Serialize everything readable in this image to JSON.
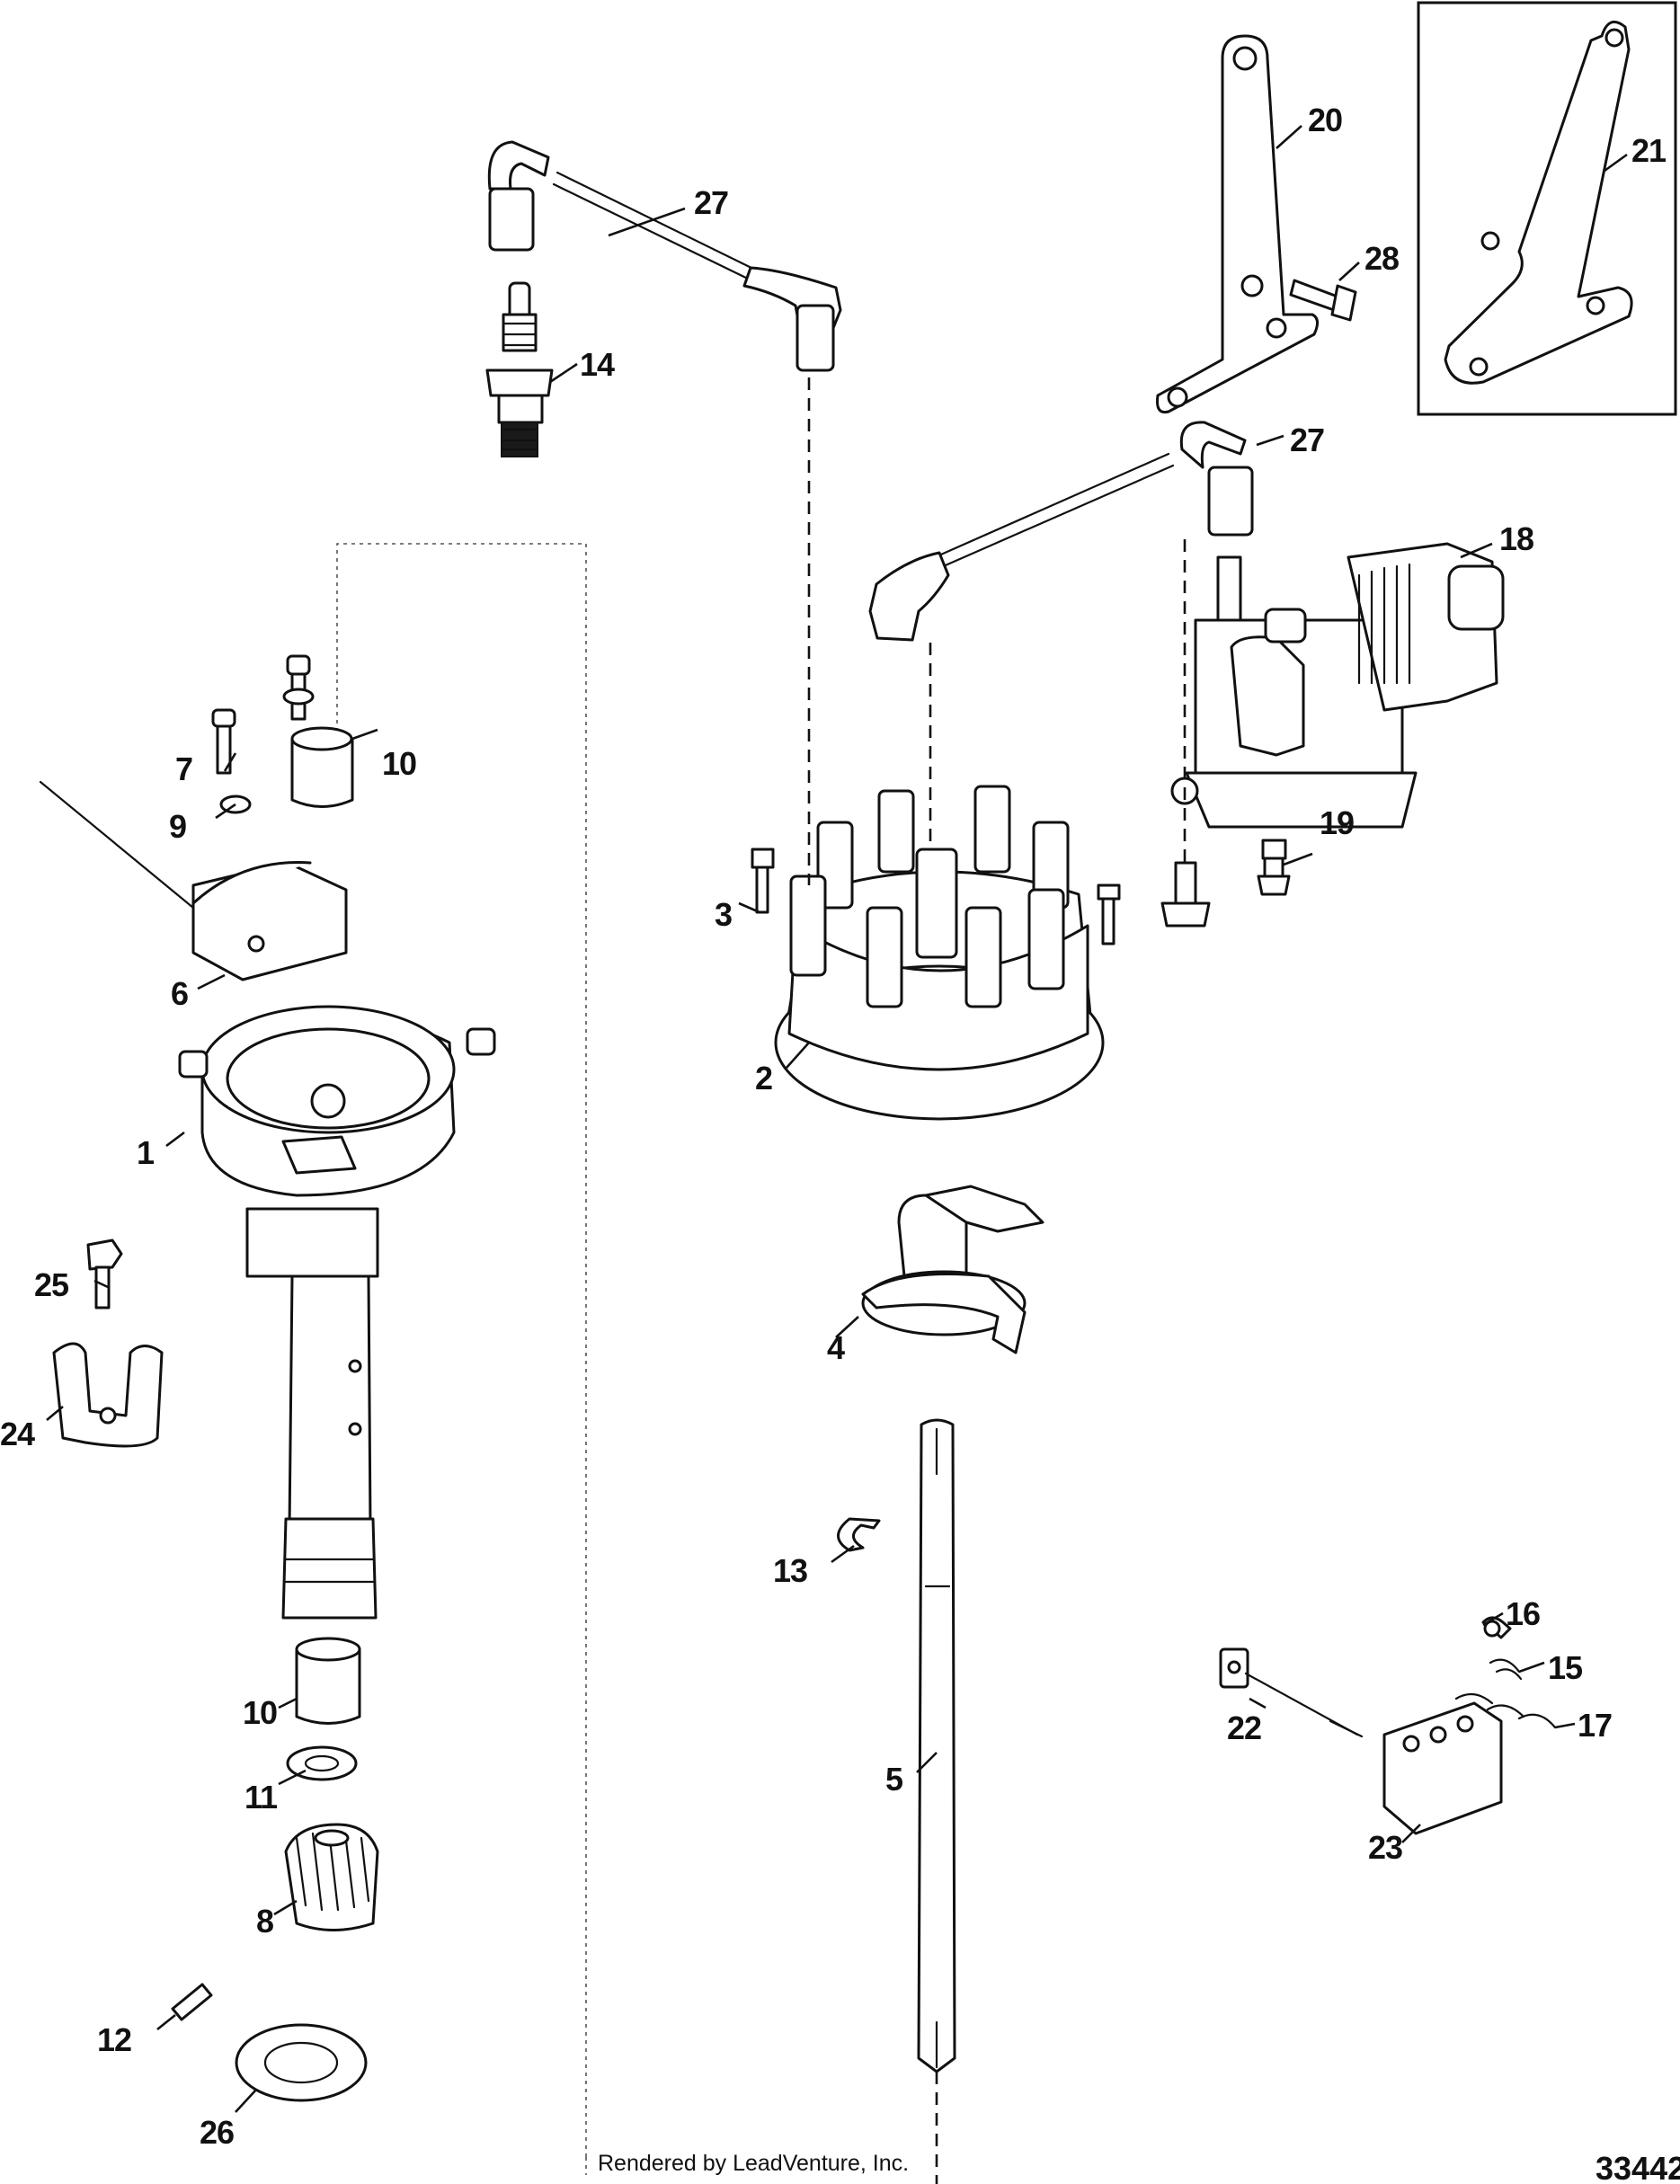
{
  "diagram": {
    "callouts": {
      "c1": "1",
      "c2": "2",
      "c3": "3",
      "c4": "4",
      "c5": "5",
      "c6": "6",
      "c7": "7",
      "c8": "8",
      "c9": "9",
      "c10a": "10",
      "c10b": "10",
      "c11": "11",
      "c12": "12",
      "c13": "13",
      "c14": "14",
      "c15": "15",
      "c16": "16",
      "c17": "17",
      "c18": "18",
      "c19": "19",
      "c20": "20",
      "c21": "21",
      "c22": "22",
      "c23": "23",
      "c24": "24",
      "c25": "25",
      "c26": "26",
      "c27a": "27",
      "c27b": "27",
      "c28": "28"
    },
    "credit": "Rendered by LeadVenture, Inc.",
    "figure_number": "33442"
  }
}
